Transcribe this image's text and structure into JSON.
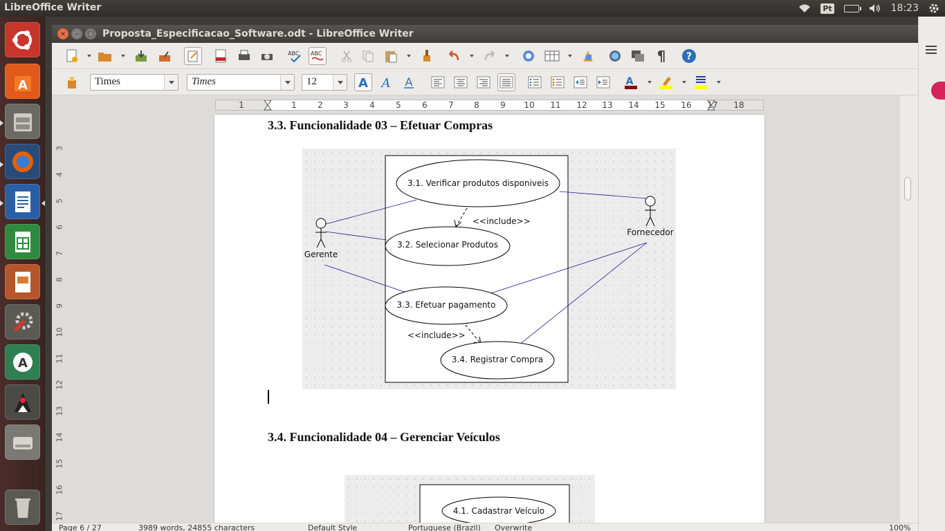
{
  "top_panel": {
    "app_name": "LibreOffice Writer",
    "keyboard_layout": "Pt",
    "clock": "18:23",
    "icons": [
      "wifi-icon",
      "keyboard-layout-indicator",
      "battery-icon",
      "volume-icon",
      "settings-gear-icon"
    ]
  },
  "launcher": {
    "items": [
      {
        "name": "ubuntu-dash",
        "icon": "ubuntu-logo-icon"
      },
      {
        "name": "software-center",
        "icon": "shopping-bag-icon"
      },
      {
        "name": "files",
        "icon": "file-cabinet-icon"
      },
      {
        "name": "firefox",
        "icon": "firefox-icon"
      },
      {
        "name": "libreoffice-writer",
        "icon": "writer-document-icon"
      },
      {
        "name": "libreoffice-calc",
        "icon": "calc-spreadsheet-icon"
      },
      {
        "name": "libreoffice-impress",
        "icon": "impress-presentation-icon"
      },
      {
        "name": "system-settings",
        "icon": "wrench-gear-icon"
      },
      {
        "name": "software-updater",
        "icon": "updater-icon"
      },
      {
        "name": "java-app",
        "icon": "java-duke-icon"
      },
      {
        "name": "drive",
        "icon": "hard-drive-icon"
      },
      {
        "name": "trash",
        "icon": "trash-icon"
      }
    ]
  },
  "window": {
    "title": "Proposta_Especificacao_Software.odt - LibreOffice Writer"
  },
  "formatting": {
    "paragraph_style": "Times",
    "font_name": "Times",
    "font_size": "12"
  },
  "ruler": {
    "h_numbers": [
      "1",
      "1",
      "2",
      "3",
      "4",
      "5",
      "6",
      "7",
      "8",
      "9",
      "10",
      "11",
      "12",
      "13",
      "14",
      "15",
      "16",
      "17",
      "18"
    ],
    "v_numbers": [
      "3",
      "4",
      "5",
      "6",
      "7",
      "8",
      "9",
      "10",
      "11",
      "12",
      "13",
      "14",
      "15",
      "16",
      "17"
    ]
  },
  "document": {
    "heading_1": "3.3. Funcionalidade 03 – Efetuar Compras",
    "heading_2": "3.4. Funcionalidade 04 – Gerenciar Veículos",
    "diagram_1": {
      "actor_left": "Gerente",
      "actor_right": "Fornecedor",
      "use_case_1": "3.1. Verificar produtos disponiveis",
      "use_case_2": "3.2. Selecionar Produtos",
      "use_case_3": "3.3. Efetuar pagamento",
      "use_case_4": "3.4. Registrar Compra",
      "include_1": "<<include>>",
      "include_2": "<<include>>"
    },
    "diagram_2": {
      "use_case_1": "4.1. Cadastrar Veículo"
    }
  },
  "status": {
    "page": "Page 6 / 27",
    "words": "3989 words, 24855 characters",
    "style": "Default Style",
    "language": "Portuguese (Brazil)",
    "mode": "Overwrite",
    "zoom": "100%"
  }
}
